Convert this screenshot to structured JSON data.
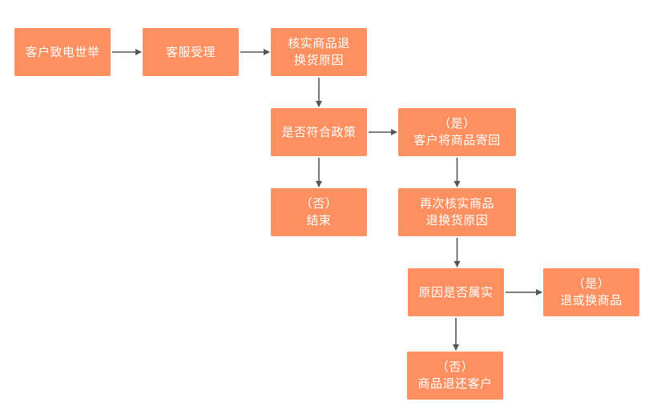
{
  "colors": {
    "node_fill": "#fd9060",
    "node_text": "#ffffff",
    "arrow": "#555555"
  },
  "nodes": {
    "complaint": {
      "lines": [
        "客户致电世举"
      ]
    },
    "service": {
      "lines": [
        "客服受理"
      ]
    },
    "verify": {
      "lines": [
        "核实商品退",
        "换货原因"
      ]
    },
    "policy": {
      "lines": [
        "是否符合政策"
      ]
    },
    "end": {
      "lines": [
        "（否）",
        "结束"
      ]
    },
    "send_back": {
      "lines": [
        "（是）",
        "客户将商品寄回"
      ]
    },
    "reverify": {
      "lines": [
        "再次核实商品",
        "退换货原因"
      ]
    },
    "reason_true": {
      "lines": [
        "原因是否属实"
      ]
    },
    "exchange": {
      "lines": [
        "（是）",
        "退或换商品"
      ]
    },
    "return": {
      "lines": [
        "（否）",
        "商品退还客户"
      ]
    }
  },
  "edges": [
    {
      "from": "complaint",
      "to": "service"
    },
    {
      "from": "service",
      "to": "verify"
    },
    {
      "from": "verify",
      "to": "policy"
    },
    {
      "from": "policy",
      "to": "send_back"
    },
    {
      "from": "policy",
      "to": "end"
    },
    {
      "from": "send_back",
      "to": "reverify"
    },
    {
      "from": "reverify",
      "to": "reason_true"
    },
    {
      "from": "reason_true",
      "to": "exchange"
    },
    {
      "from": "reason_true",
      "to": "return"
    }
  ]
}
